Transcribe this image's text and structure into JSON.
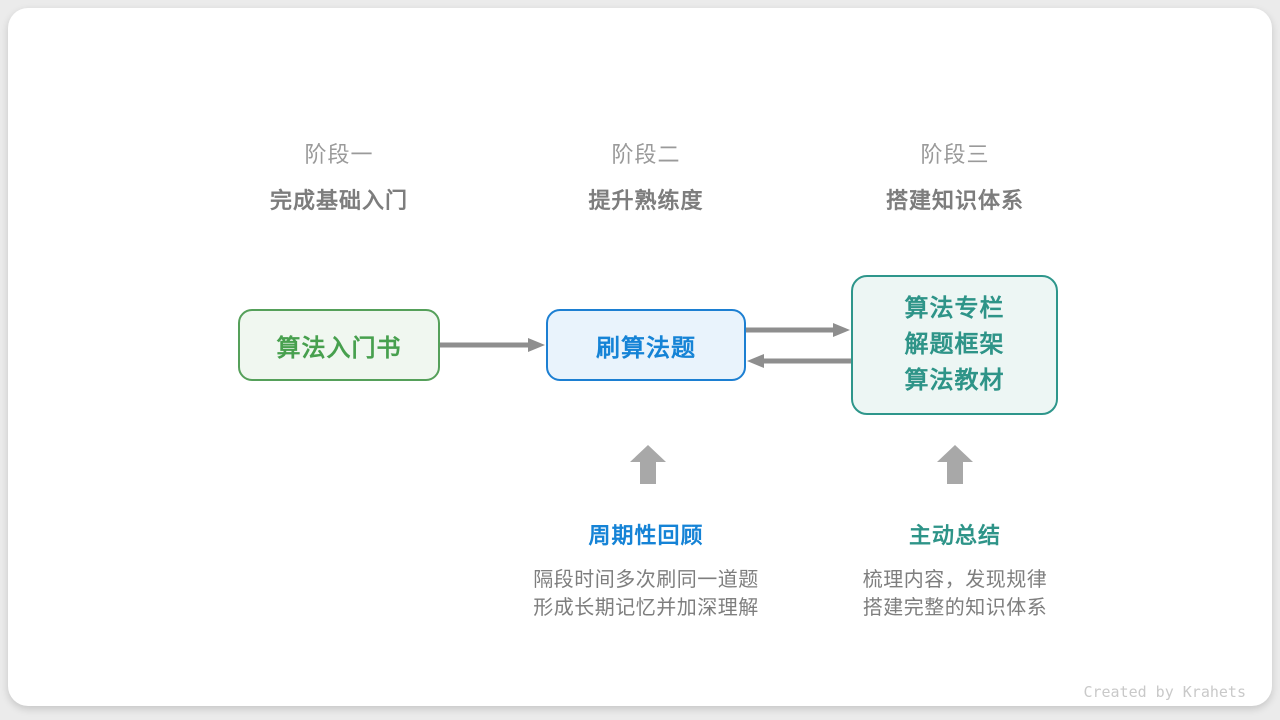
{
  "page": {
    "background_color": "#ebebeb",
    "card_color": "#ffffff",
    "credit": "Created by Krahets"
  },
  "stages": [
    {
      "label": "阶段一",
      "subtitle": "完成基础入门"
    },
    {
      "label": "阶段二",
      "subtitle": "提升熟练度"
    },
    {
      "label": "阶段三",
      "subtitle": "搭建知识体系"
    }
  ],
  "nodes": {
    "intro_book": {
      "title": "算法入门书",
      "border_color": "#55a05a",
      "text_color": "#47a04e",
      "fill_color": "#f0f7f0"
    },
    "practice": {
      "title": "刷算法题",
      "border_color": "#1c7fd2",
      "text_color": "#1583d6",
      "fill_color": "#e9f3fc"
    },
    "knowledge_system": {
      "lines": [
        "算法专栏",
        "解题框架",
        "算法教材"
      ],
      "border_color": "#2e968b",
      "text_color": "#2e9488",
      "fill_color": "#edf6f4"
    }
  },
  "annotations": {
    "periodic_review": {
      "heading": "周期性回顾",
      "heading_color": "#1583d6",
      "lines": [
        "隔段时间多次刷同一道题",
        "形成长期记忆并加深理解"
      ]
    },
    "active_summary": {
      "heading": "主动总结",
      "heading_color": "#2e9488",
      "lines": [
        "梳理内容，发现规律",
        "搭建完整的知识体系"
      ]
    }
  },
  "arrows": {
    "connector_color": "#8e8e8e",
    "block_arrow_color": "#a8a8a8"
  }
}
